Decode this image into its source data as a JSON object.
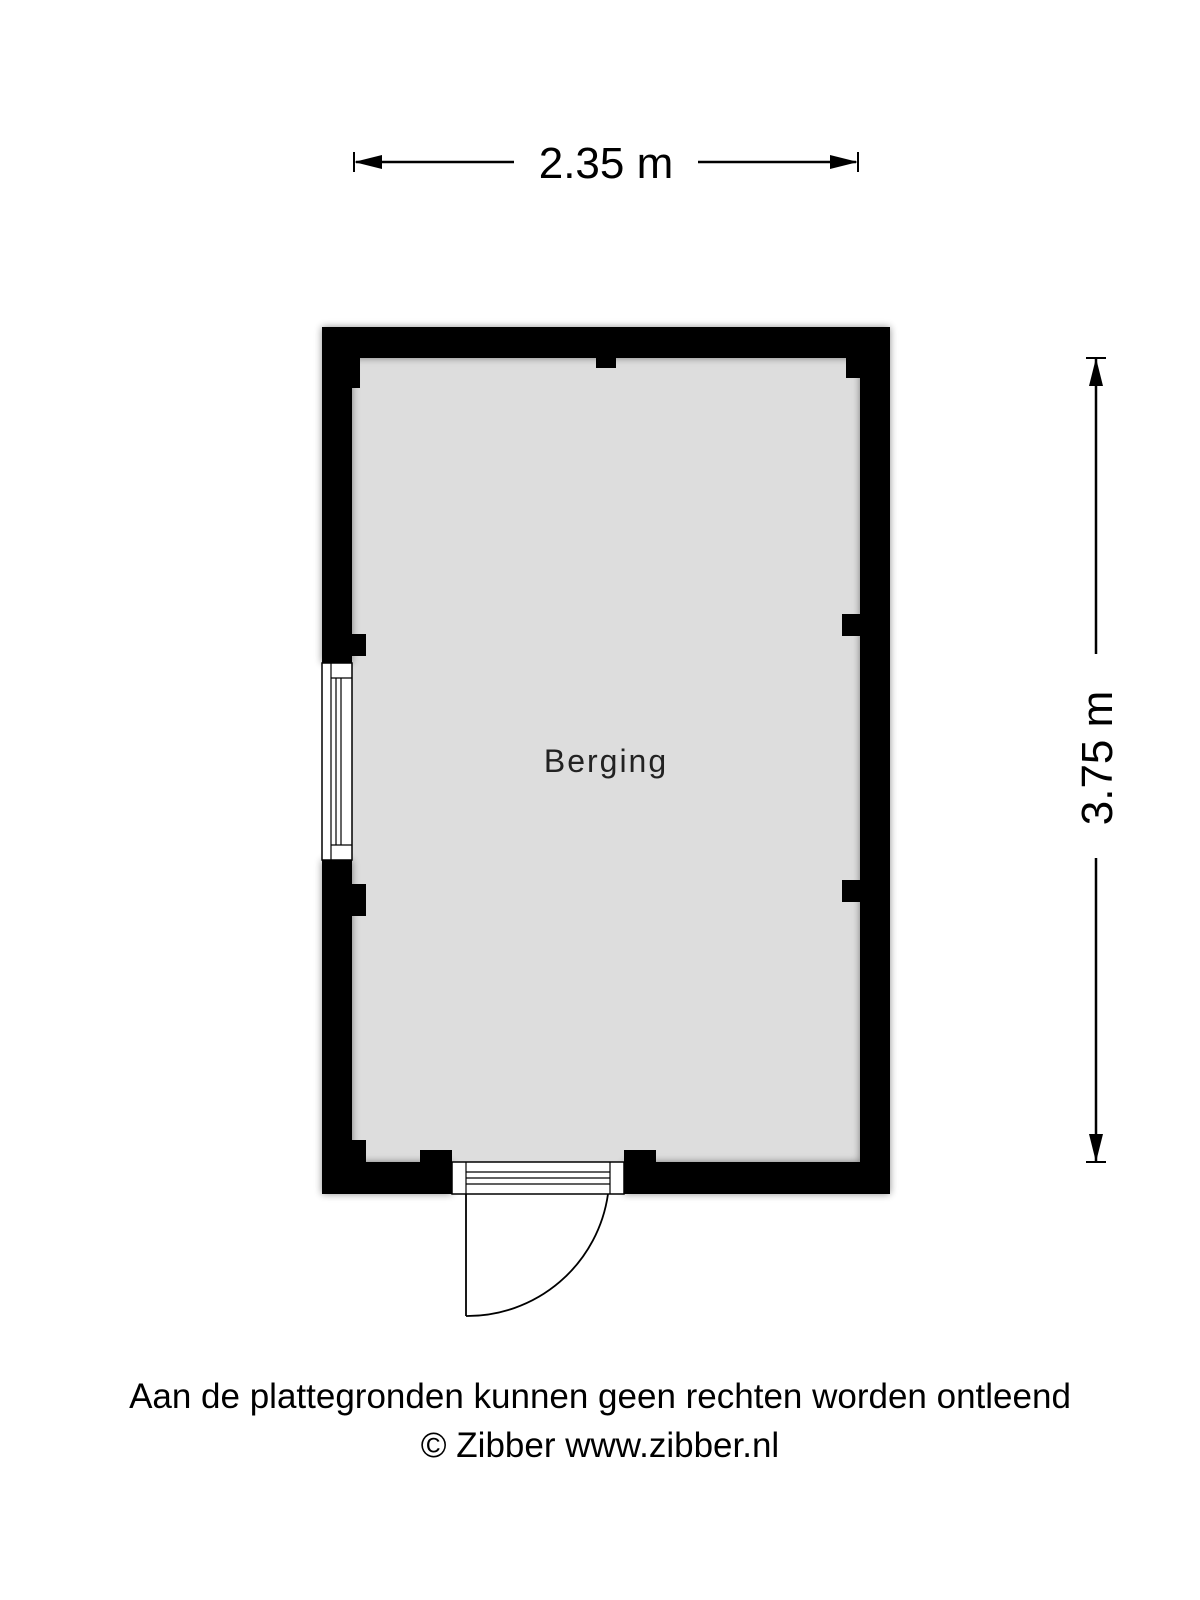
{
  "dimensions": {
    "width_label": "2.35 m",
    "height_label": "3.75 m"
  },
  "room": {
    "name": "Berging"
  },
  "footer": {
    "disclaimer": "Aan de plattegronden kunnen geen rechten worden ontleend",
    "copyright": "© Zibber www.zibber.nl"
  },
  "colors": {
    "wall": "#000000",
    "floor": "#dddddd",
    "background": "#ffffff"
  }
}
